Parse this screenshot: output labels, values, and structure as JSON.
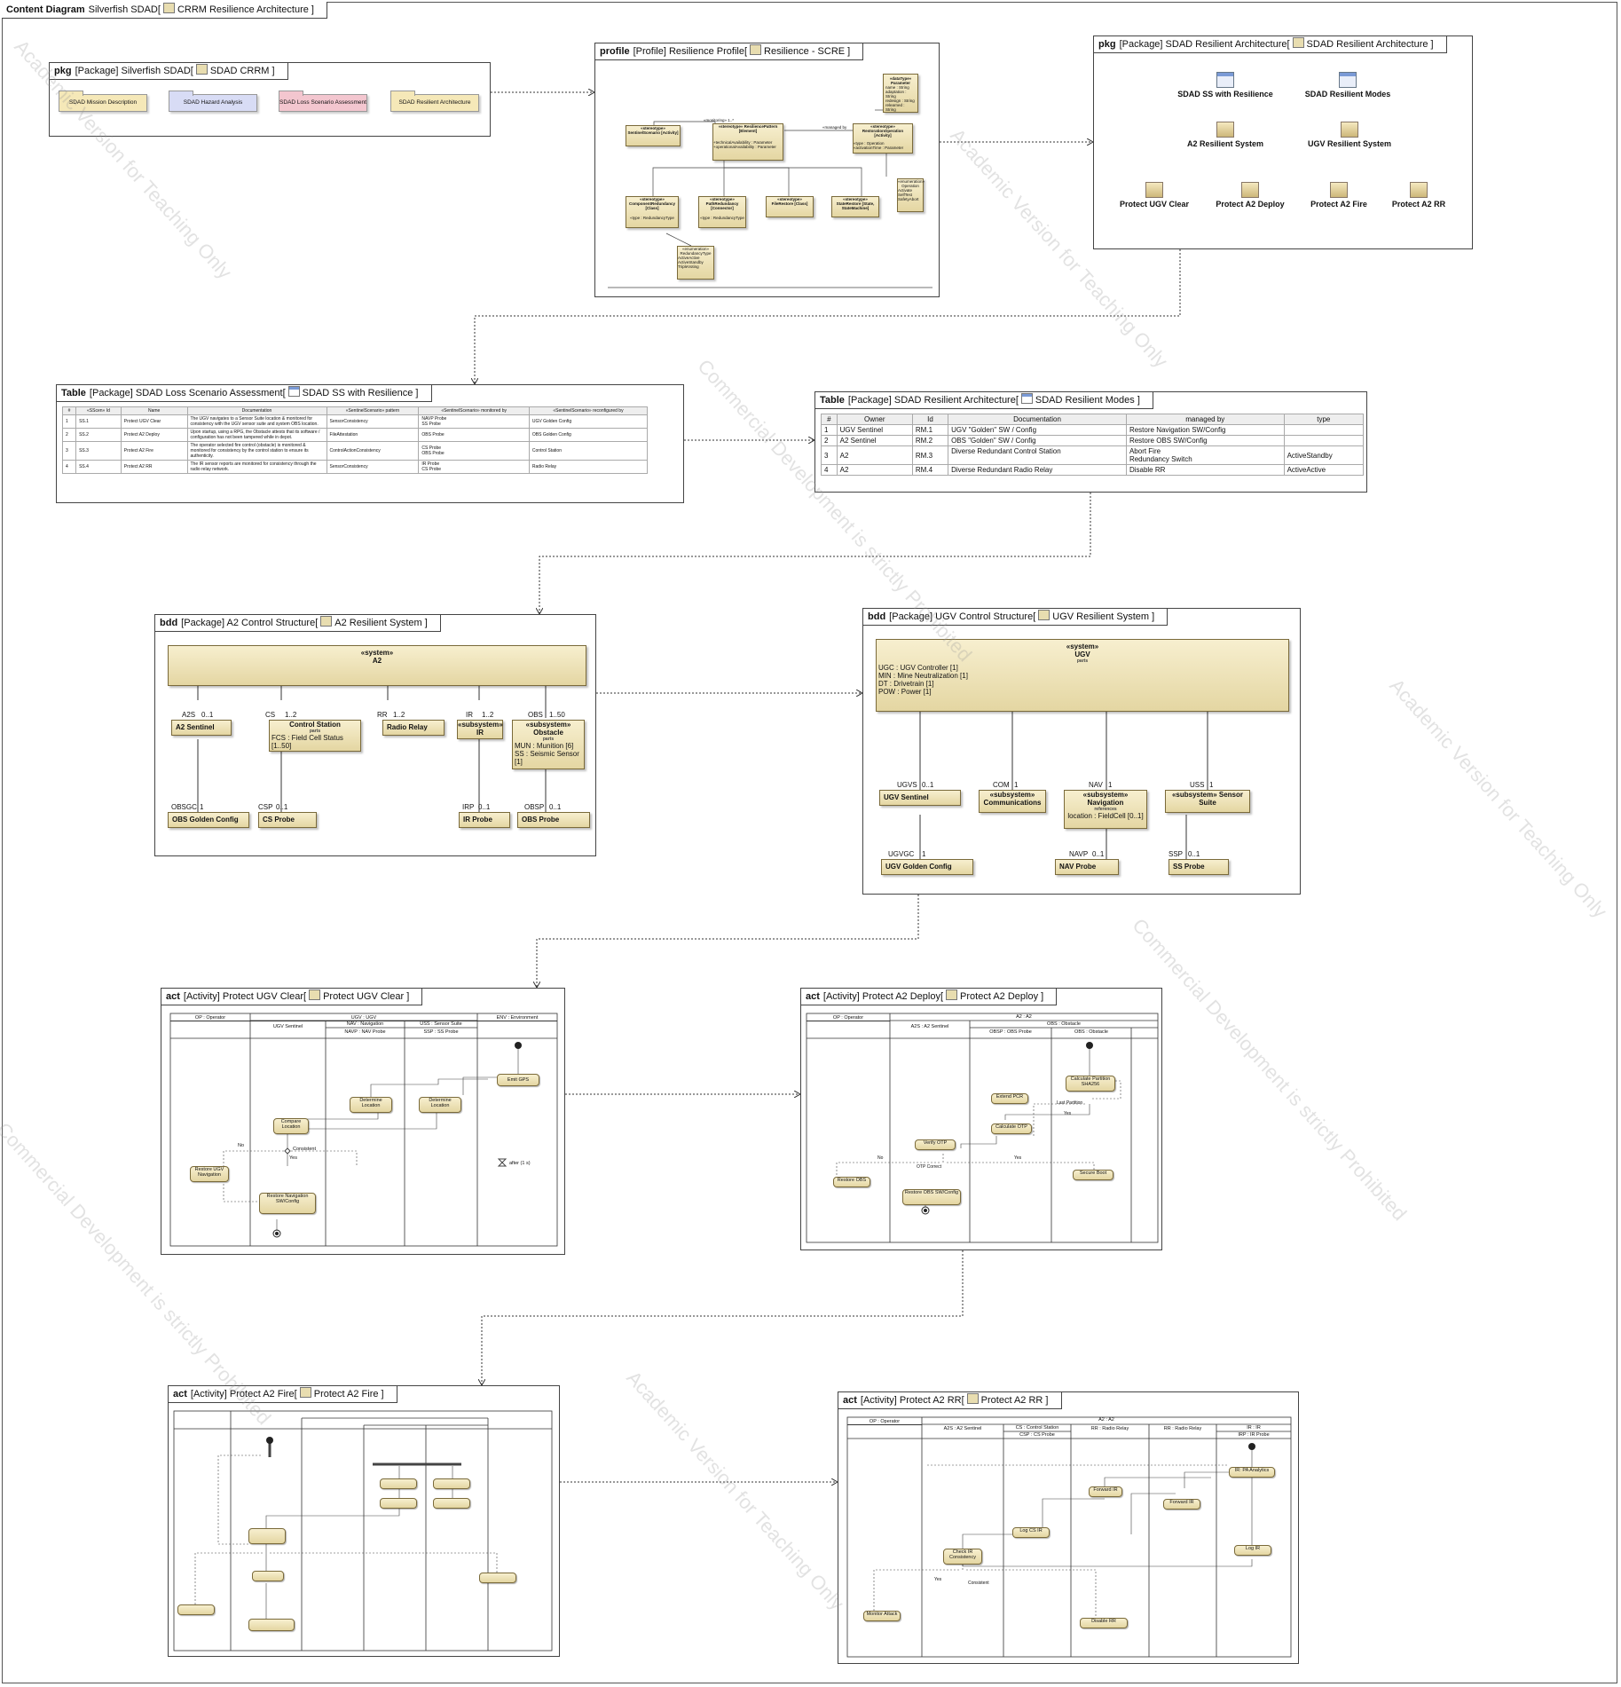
{
  "main": {
    "frame_kind": "Content Diagram",
    "frame_owner": "Silverfish SDAD",
    "frame_name": "CRRM Resilience Architecture"
  },
  "pkg_crrm": {
    "kind": "pkg",
    "owner": "[Package] Silverfish SDAD",
    "name": "SDAD CRRM",
    "tiles": [
      {
        "label": "SDAD Mission Description",
        "color": "#f5e8b8"
      },
      {
        "label": "SDAD Hazard Analysis",
        "color": "#d8dcf5"
      },
      {
        "label": "SDAD Loss Scenario Assessment",
        "color": "#f3c6cf"
      },
      {
        "label": "SDAD Resilient Architecture",
        "color": "#f5e8b8"
      }
    ]
  },
  "profile": {
    "kind": "profile",
    "owner": "[Profile] Resilience Profile",
    "name": "Resilience - SCRE",
    "parameter_title": "«dataType» Parameter",
    "parameter_attrs": "name : String\nadaptation : String\nredesign : String\nrelearned : String",
    "sentinel": "«stereotype» SentinelScenario [Activity]",
    "pattern": "«stereotype» ResiliencePattern [Element]",
    "pattern_attrs": "+technicalAvailability : Parameter\n+operationalAvailability : Parameter",
    "restorer": "«stereotype» RestorationOperation [Activity]",
    "restorer_attrs": "«type : Operation\n«activationTime : Parameter",
    "operation": "«enumeration» Operation",
    "operation_literals": "Activate\nSelfTest\nSafetyAbort",
    "managed_by": "«managed by",
    "monitoring": "«monitoring» 1..*",
    "component": "«stereotype» ComponentRedundancy [Class]",
    "component_attrs": "«type : RedundancyType",
    "path": "«stereotype» PathRedundancy [Connector]",
    "path_attrs": "«type : RedundancyType",
    "file": "«stereotype» FileRestore [Class]",
    "state": "«stereotype» StateRestore [State, StateMachine]",
    "redtype": "«enumeration» RedundancyType",
    "redtype_literals": "ActiveActive\nActiveStandby\nTripleVoting"
  },
  "pkg_arch": {
    "kind": "pkg",
    "owner": "[Package] SDAD Resilient Architecture",
    "name": "SDAD Resilient Architecture",
    "items": [
      {
        "label": "SDAD SS with Resilience",
        "type": "table"
      },
      {
        "label": "SDAD Resilient Modes",
        "type": "table"
      },
      {
        "label": "A2 Resilient System",
        "type": "bdd"
      },
      {
        "label": "UGV Resilient System",
        "type": "bdd"
      },
      {
        "label": "Protect UGV Clear",
        "type": "act"
      },
      {
        "label": "Protect A2 Deploy",
        "type": "act"
      },
      {
        "label": "Protect A2 Fire",
        "type": "act"
      },
      {
        "label": "Protect A2 RR",
        "type": "act"
      }
    ]
  },
  "table_ss": {
    "kind": "Table",
    "owner": "[Package] SDAD Loss Scenario Assessment",
    "name": "SDAD SS with Resilience",
    "headers": [
      "#",
      "«SScen» Id",
      "Name",
      "Documentation",
      "«SentinelScenario» pattern",
      "«SentinelScenario» monitored by",
      "«SentinelScenario» reconfigured by"
    ],
    "rows": [
      [
        "1",
        "SS.1",
        "Protect UGV Clear",
        "The UGV navigates to a Sensor Suite location & monitored for consistency with the UGV sensor suite and system OBS location.",
        "SensorConsistency",
        "NAVP Probe\nSS Probe",
        "UGV Golden Config"
      ],
      [
        "2",
        "SS.2",
        "Protect A2 Deploy",
        "Upon startup, using a RPG, the Obstacle attests that its software / configuration has not been tampered while in depot.",
        "FileAttestation",
        "OBS Probe",
        "OBS Golden Config"
      ],
      [
        "3",
        "SS.3",
        "Protect A2 Fire",
        "The operator selected fire control (obstacle) is monitored & monitored for consistency by the control station to ensure its authenticity.",
        "ControlActionConsistency",
        "CS Probe\nOBS Probe",
        "Control Station"
      ],
      [
        "4",
        "SS.4",
        "Protect A2 RR",
        "The IR sensor reports are monitored for consistency through the radio relay network.",
        "SensorConsistency",
        "IR Probe\nCS Probe",
        "Radio Relay"
      ]
    ]
  },
  "table_modes": {
    "kind": "Table",
    "owner": "[Package] SDAD Resilient Architecture",
    "name": "SDAD Resilient Modes",
    "headers": [
      "#",
      "Owner",
      "Id",
      "Documentation",
      "managed by",
      "type"
    ],
    "rows": [
      [
        "1",
        "UGV Sentinel",
        "RM.1",
        "UGV \"Golden\" SW / Config",
        "Restore Navigation SW/Config",
        ""
      ],
      [
        "2",
        "A2 Sentinel",
        "RM.2",
        "OBS \"Golden\" SW / Config",
        "Restore OBS SW/Config",
        ""
      ],
      [
        "3",
        "A2",
        "RM.3",
        "Diverse Redundant Control Station",
        "Abort Fire\nRedundancy Switch",
        "ActiveStandby"
      ],
      [
        "4",
        "A2",
        "RM.4",
        "Diverse Redundant Radio Relay",
        "Disable RR",
        "ActiveActive"
      ]
    ]
  },
  "bdd_a2": {
    "kind": "bdd",
    "owner": "[Package] A2 Control Structure",
    "name": "A2 Resilient System",
    "system_stereo": "«system»",
    "system_name": "A2",
    "parts": [
      {
        "role": "A2S",
        "mult": "0..1",
        "name": "A2 Sentinel"
      },
      {
        "role": "CS",
        "mult": "1..2",
        "name": "Control Station",
        "sub": "parts",
        "attr": "FCS : Field Cell Status [1..50]"
      },
      {
        "role": "RR",
        "mult": "1..2",
        "name": "Radio Relay"
      },
      {
        "role": "IR",
        "mult": "1..2",
        "name": "«subsystem» IR"
      },
      {
        "role": "OBS",
        "mult": "1..50",
        "name": "«subsystem» Obstacle",
        "sub": "parts",
        "attr": "MUN : Munition [6]\nSS : Seismic Sensor [1]"
      }
    ],
    "children": [
      {
        "role": "OBSGC",
        "mult": "1",
        "name": "OBS Golden Config"
      },
      {
        "role": "CSP",
        "mult": "0..1",
        "name": "CS Probe"
      },
      {
        "role": "IRP",
        "mult": "0..1",
        "name": "IR Probe"
      },
      {
        "role": "OBSP",
        "mult": "0..1",
        "name": "OBS Probe"
      }
    ]
  },
  "bdd_ugv": {
    "kind": "bdd",
    "owner": "[Package] UGV Control Structure",
    "name": "UGV Resilient System",
    "system_stereo": "«system»",
    "system_name": "UGV",
    "system_sub": "parts",
    "system_attrs": "UGC : UGV Controller [1]\nMIN : Mine Neutralization [1]\nDT : Drivetrain [1]\nPOW : Power [1]",
    "parts": [
      {
        "role": "UGVS",
        "mult": "0..1",
        "name": "UGV Sentinel"
      },
      {
        "role": "COM",
        "mult": "1",
        "name": "«subsystem» Communications"
      },
      {
        "role": "NAV",
        "mult": "1",
        "name": "«subsystem» Navigation",
        "sub": "references",
        "attr": "location : FieldCell [0..1]"
      },
      {
        "role": "USS",
        "mult": "1",
        "name": "«subsystem» Sensor Suite"
      }
    ],
    "children": [
      {
        "role": "UGVGC",
        "mult": "1",
        "name": "UGV Golden Config"
      },
      {
        "role": "NAVP",
        "mult": "0..1",
        "name": "NAV Probe"
      },
      {
        "role": "SSP",
        "mult": "0..1",
        "name": "SS Probe"
      }
    ]
  },
  "act_ugv": {
    "kind": "act",
    "owner": "[Activity] Protect UGV Clear",
    "name": "Protect UGV Clear",
    "lanes": [
      "OP : Operator",
      "UGV Sentinel",
      "NAVP : NAV Probe",
      "SSP : SS Probe",
      "ENV : Environment"
    ],
    "group": "UGV : UGV",
    "sub1": "NAV : Navigation",
    "sub2": "USS : Sensor Suite",
    "actions": [
      "Emit GPS",
      "Determine Location",
      "Determine Location",
      "Compare Location",
      "Restore UGV Navigation",
      "Restore Navigation SW/Config"
    ],
    "labels": [
      "No",
      "Consistent",
      "Yes",
      "after (1 s)"
    ]
  },
  "act_deploy": {
    "kind": "act",
    "owner": "[Activity] Protect A2 Deploy",
    "name": "Protect A2 Deploy",
    "lanes": [
      "OP : Operator",
      "A2S : A2 Sentinel",
      "OBSP : OBS Probe",
      "OBS : Obstacle"
    ],
    "group": "A2 : A2",
    "sub1": "OBS : Obstacle",
    "actions": [
      "Calculate Partition SHA256",
      "Extend PCR",
      "Calculate OTP",
      "Verify OTP",
      "Restore OBS",
      "Restore OBS SW/Config",
      "Secure Boot"
    ],
    "labels": [
      "Last Partition",
      "Yes",
      "No",
      "OTP Correct",
      "Yes"
    ]
  },
  "act_fire": {
    "kind": "act",
    "owner": "[Activity] Protect A2 Fire",
    "name": "Protect A2 Fire"
  },
  "act_rr": {
    "kind": "act",
    "owner": "[Activity] Protect A2 RR",
    "name": "Protect A2 RR",
    "lanes": [
      "OP : Operator",
      "A2S : A2 Sentinel",
      "CS : Control Station",
      "RR : Radio Relay",
      "RR : Radio Relay",
      "IR : IR"
    ],
    "group": "A2 : A2",
    "sub1": "CSP : CS Probe",
    "sub2": "IRP : IR Probe",
    "actions": [
      "IR: PA Analytics",
      "Forward IR",
      "Forward IR",
      "Log CS IR",
      "Log IR",
      "Check IR Consistency",
      "Monitor Attack",
      "Disable RR"
    ],
    "labels": [
      "Yes",
      "Consistent"
    ]
  },
  "watermark": [
    "Academic Version for Teaching Only",
    "Commercial Development is strictly Prohibited"
  ]
}
